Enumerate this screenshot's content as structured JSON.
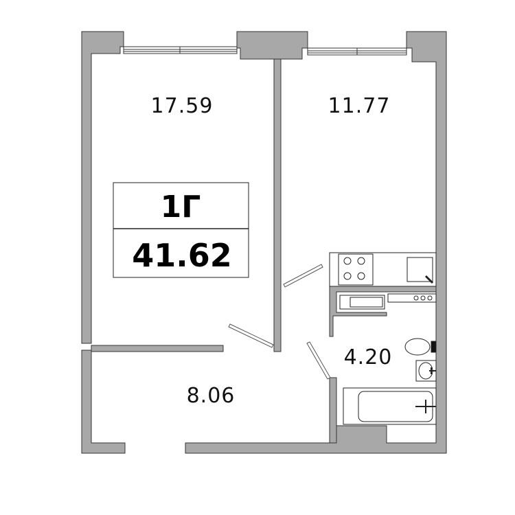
{
  "plan": {
    "apartment_type": "1Г",
    "total_area": "41.62",
    "rooms": [
      {
        "id": "living-room",
        "area": "17.59"
      },
      {
        "id": "bedroom-kitchen",
        "area": "11.77"
      },
      {
        "id": "hallway",
        "area": "8.06"
      },
      {
        "id": "bathroom",
        "area": "4.20"
      }
    ]
  },
  "colors": {
    "wall_fill": "#a8a8a8",
    "wall_stroke": "#333333",
    "line": "#222222",
    "background": "#ffffff"
  }
}
